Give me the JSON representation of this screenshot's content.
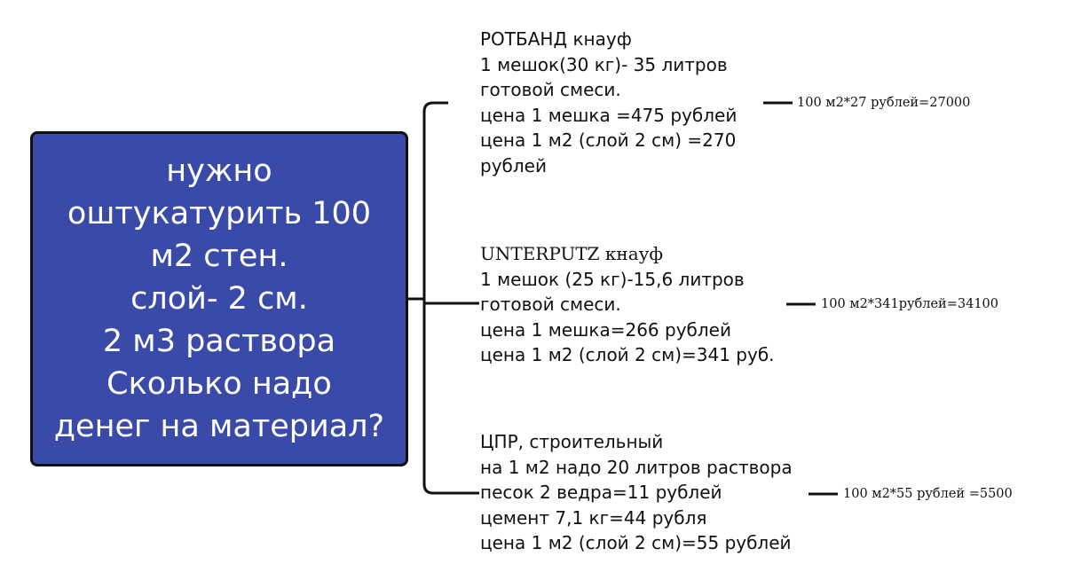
{
  "root": {
    "text": "нужно\nоштукатурить 100\nм2 стен.\nслой- 2 см.\n2 м3 раствора\nСколько надо\nденег на материал?"
  },
  "branches": [
    {
      "lines": [
        "РОТБАНД кнауф",
        "1 мешок(30 кг)- 35 литров",
        "готовой смеси.",
        "цена 1 мешка =475 рублей",
        "цена 1 м2 (слой 2 см)   =270",
        "рублей"
      ],
      "result": "100 м2*27 рублей=27000"
    },
    {
      "lines": [
        "UNTERPUTZ кнауф",
        "1  мешок (25 кг)-15,6 литров",
        "готовой смеси.",
        "цена 1 мешка=266 рублей",
        "цена 1 м2 (слой 2 см)=341 руб."
      ],
      "result": "100 м2*341рублей=34100"
    },
    {
      "lines": [
        "ЦПР, строительный",
        "на 1 м2 надо 20 литров раствора",
        "песок 2 ведра=11 рублей",
        "цемент 7,1 кг=44 рубля",
        "цена 1 м2 (слой 2 см)=55 рублей"
      ],
      "result": "100 м2*55 рублей =5500"
    }
  ]
}
